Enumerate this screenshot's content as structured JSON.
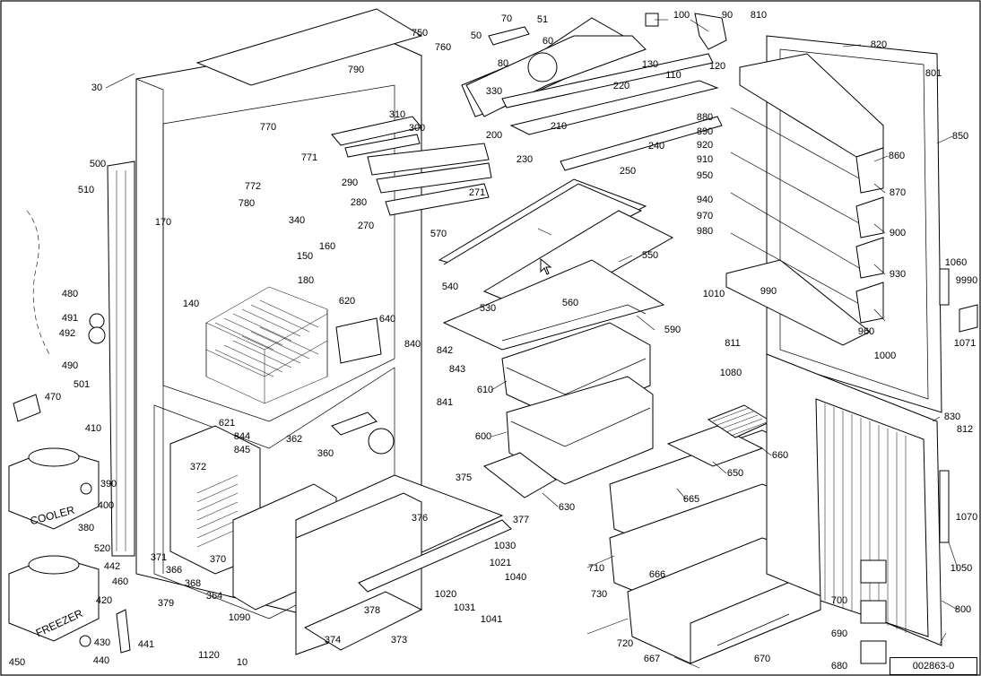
{
  "document_number": "002863-0",
  "compressor_labels": {
    "cooler": "COOLER",
    "freezer": "FREEZER"
  },
  "part_labels": [
    "10",
    "30",
    "50",
    "51",
    "60",
    "70",
    "80",
    "90",
    "100",
    "110",
    "120",
    "130",
    "140",
    "150",
    "160",
    "170",
    "180",
    "200",
    "210",
    "220",
    "230",
    "240",
    "250",
    "270",
    "271",
    "280",
    "290",
    "300",
    "310",
    "330",
    "340",
    "360",
    "362",
    "364",
    "366",
    "368",
    "370",
    "371",
    "372",
    "373",
    "374",
    "375",
    "376",
    "377",
    "378",
    "379",
    "380",
    "390",
    "400",
    "410",
    "420",
    "430",
    "440",
    "441",
    "442",
    "450",
    "460",
    "470",
    "480",
    "490",
    "491",
    "492",
    "500",
    "501",
    "510",
    "520",
    "530",
    "540",
    "550",
    "560",
    "570",
    "590",
    "600",
    "610",
    "620",
    "621",
    "630",
    "640",
    "650",
    "660",
    "665",
    "666",
    "667",
    "670",
    "680",
    "690",
    "700",
    "710",
    "720",
    "730",
    "750",
    "760",
    "770",
    "771",
    "772",
    "780",
    "790",
    "800",
    "801",
    "810",
    "811",
    "812",
    "820",
    "830",
    "840",
    "841",
    "842",
    "843",
    "844",
    "845",
    "850",
    "860",
    "870",
    "880",
    "890",
    "900",
    "910",
    "920",
    "930",
    "940",
    "950",
    "960",
    "970",
    "980",
    "990",
    "1000",
    "1010",
    "1020",
    "1021",
    "1030",
    "1031",
    "1040",
    "1041",
    "1050",
    "1060",
    "1070",
    "1071",
    "1080",
    "1090",
    "1120",
    "9990"
  ]
}
